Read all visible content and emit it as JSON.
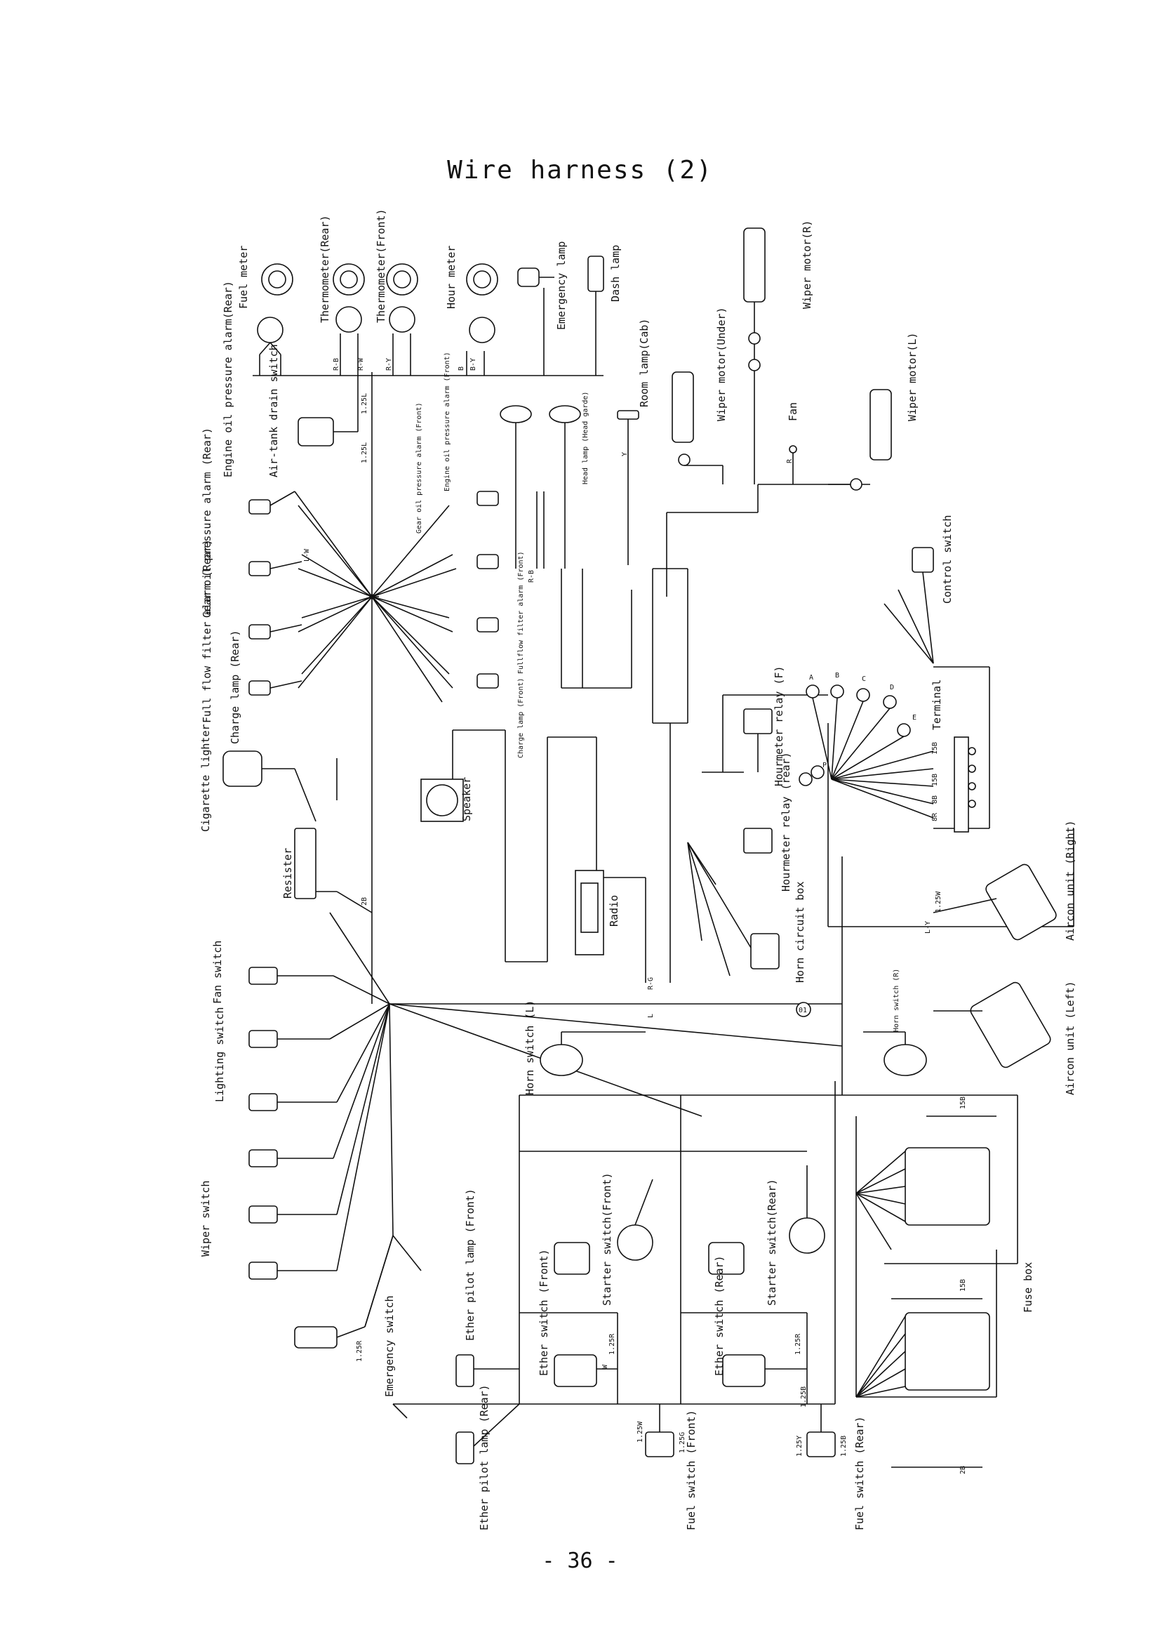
{
  "title": "Wire harness (2)",
  "page_number": "- 36 -",
  "labels": {
    "fuel_meter": "Fuel meter",
    "thermometer_rear": "Thermometer(Rear)",
    "thermometer_front": "Thermometer(Front)",
    "hour_meter": "Hour meter",
    "emergency_lamp": "Emergency lamp",
    "dash_lamp": "Dash lamp",
    "wiper_motor_r": "Wiper motor(R)",
    "room_lamp_cab": "Room lamp(Cab)",
    "wiper_motor_under": "Wiper motor(Under)",
    "wiper_motor_l": "Wiper motor(L)",
    "fan": "Fan",
    "head_lamp": "Head lamp (Head garde)",
    "air_tank_drain_switch": "Air-tank drain switch",
    "engine_oil_pressure_alarm_rear": "Engine oil pressure alarm(Rear)",
    "gear_oil_pressure_alarm_rear": "Gear oil pressure alarm (Rear)",
    "full_flow_filter_alarm_rear": "Full flow filter alarm (Rear)",
    "charge_lamp_rear": "Charge lamp (Rear)",
    "cigarette_lighter": "Cigarette lighter",
    "engine_oil_pressure_alarm_front": "Engine oil pressure alarm (Front)",
    "gear_oil_pressure_alarm_front": "Gear oil pressure alarm (Front)",
    "full_flow_filter_alarm_front": "Fullflow filter alarm (Front)",
    "charge_lamp_front": "Charge lamp (Front)",
    "control_switch": "Control switch",
    "terminal": "Terminal",
    "hourmeter_relay_f": "Hourmeter relay (F)",
    "hourmeter_relay_rear": "Hourmeter relay (rear)",
    "horn_circuit_box": "Horn circuit box",
    "speaker": "Speaker",
    "radio": "Radio",
    "resister": "Resister",
    "fan_switch": "Fan switch",
    "lighting_switch": "Lighting switch",
    "wiper_switch": "Wiper switch",
    "horn_switch_l": "Horn switch (L)",
    "horn_switch_r": "Horn switch (R)",
    "aircon_unit_right": "Aircon unit (Right)",
    "aircon_unit_left": "Aircon unit (Left)",
    "starter_switch_front": "Starter switch(Front)",
    "starter_switch_rear": "Starter switch(Rear)",
    "fuse_box": "Fuse box",
    "ether_pilot_lamp_front": "Ether pilot lamp (Front)",
    "emergency_switch": "Emergency switch",
    "ether_switch_front": "Ether switch (Front)",
    "ether_switch_rear": "Ether switch (Rear)",
    "ether_pilot_lamp_rear": "Ether pilot lamp (Rear)",
    "fuel_switch_front": "Fuel switch (Front)",
    "fuel_switch_rear": "Fuel switch (Rear)"
  },
  "wire_codes": {
    "w_125l_a": "1.25L",
    "w_125l_b": "1.25L",
    "w_2b": "2B",
    "w_15b_fuse_top": "15B",
    "w_15b_fuse_bottom": "15B",
    "w_2b_fuse": "2B",
    "w_125b_ether": "1.25B",
    "w_125w_fuel": "1.25W",
    "w_125g_fuel": "1.25G",
    "w_125y_fuel": "1.25Y",
    "w_125b_fuel": "1.25B",
    "w_125r_ether": "1.25R",
    "w_125r_ether_rear": "1.25R",
    "w_125w_aircon": "1.25W",
    "w_125r_emergency": "1.25R",
    "w_rb_a": "R-B",
    "w_rb_b": "R-B",
    "w_rw": "R-W",
    "w_by": "B-Y",
    "w_ry": "R-Y",
    "w_lw": "L-W",
    "w_r": "R",
    "w_b": "B",
    "w_y": "Y",
    "w_l": "L",
    "w_w": "W",
    "w_rg": "R-G",
    "w_ly": "L-Y",
    "terminal_15b_1": "15B",
    "terminal_15b_2": "15B",
    "terminal_8b": "8B",
    "terminal_8r": "8R",
    "conn_a": "A",
    "conn_b": "B",
    "conn_c": "C",
    "conn_d": "D",
    "conn_e": "E",
    "conn_p": "P",
    "ground_01": "01"
  }
}
